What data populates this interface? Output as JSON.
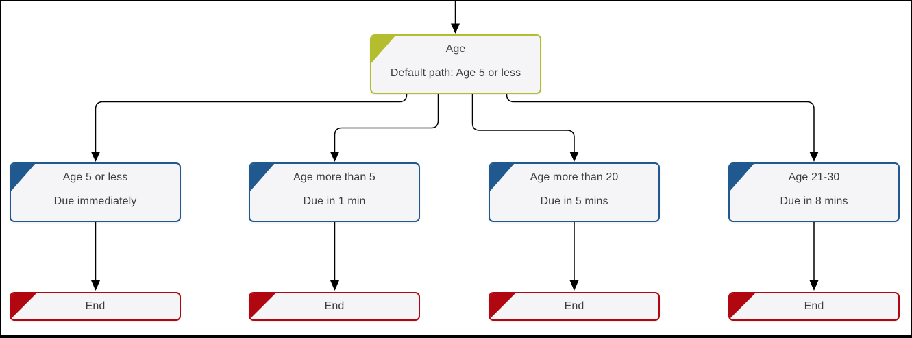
{
  "diagram": {
    "root_node": {
      "type": "decision",
      "title": "Age",
      "subtitle": "Default path: Age 5 or less"
    },
    "branch_nodes": [
      {
        "title": "Age 5 or less",
        "subtitle": "Due immediately"
      },
      {
        "title": "Age more than 5",
        "subtitle": "Due in 1 min"
      },
      {
        "title": "Age more than 20",
        "subtitle": "Due in 5 mins"
      },
      {
        "title": "Age 21-30",
        "subtitle": "Due in 8 mins"
      }
    ],
    "end_nodes": [
      {
        "label": "End"
      },
      {
        "label": "End"
      },
      {
        "label": "End"
      },
      {
        "label": "End"
      }
    ],
    "colors": {
      "decision_accent": "#b4bd2e",
      "branch_accent": "#205890",
      "end_accent": "#b10710",
      "node_background": "#f5f5f7",
      "edge": "#000000",
      "text": "#3c3c3c",
      "frame": "#000000",
      "canvas_background": "#ffffff"
    }
  }
}
